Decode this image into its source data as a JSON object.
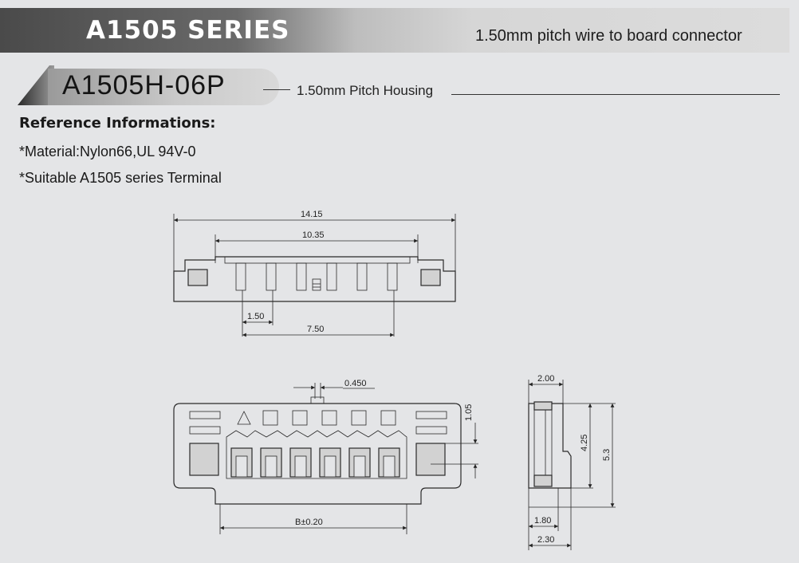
{
  "header": {
    "series_title": "A1505 SERIES",
    "series_subtitle": "1.50mm pitch wire to board connector"
  },
  "part": {
    "number": "A1505H-06P",
    "description": "1.50mm Pitch Housing"
  },
  "reference": {
    "heading": "Reference Informations:",
    "lines": [
      "*Material:Nylon66,UL 94V-0",
      "*Suitable  A1505  series Terminal"
    ]
  },
  "dimensions": {
    "top_overall": "14.15",
    "top_inner": "10.35",
    "pitch": "1.50",
    "span": "7.50",
    "slot_width": "0.450",
    "height_small": "1.05",
    "length_b": "B±0.20",
    "side_top": "2.00",
    "side_h1": "4.25",
    "side_h2": "5.3",
    "side_bottom_1": "1.80",
    "side_bottom_2": "2.30"
  }
}
